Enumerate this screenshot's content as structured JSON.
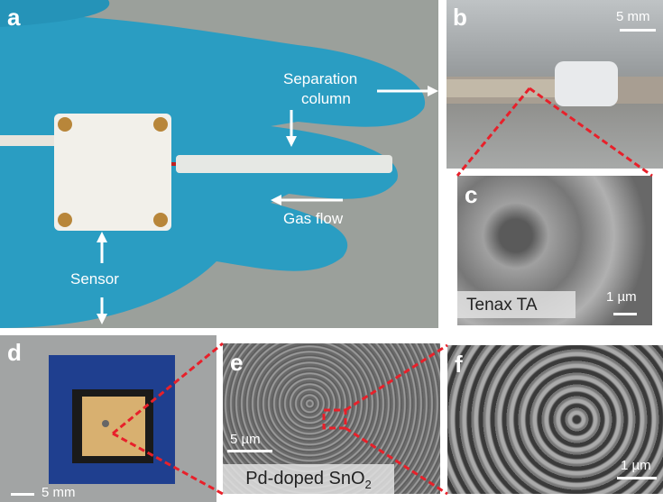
{
  "panels": {
    "a": {
      "label": "a",
      "separation_column": "Separation\ncolumn",
      "separation_line1": "Separation",
      "separation_line2": "column",
      "gas_flow": "Gas flow",
      "sensor": "Sensor"
    },
    "b": {
      "label": "b",
      "scale": "5 mm"
    },
    "c": {
      "label": "c",
      "scale": "1 µm",
      "material": "Tenax TA"
    },
    "d": {
      "label": "d",
      "scale": "5 mm"
    },
    "e": {
      "label": "e",
      "scale": "5 µm",
      "material": "Pd-doped SnO",
      "material_sub": "2"
    },
    "f": {
      "label": "f",
      "scale": "1 µm"
    }
  },
  "colors": {
    "glove": "#2a9dc2",
    "background": "#9a9f9a",
    "dash": "#e8202a",
    "pcb": "#1f3f8f",
    "chip": "#d8b070"
  }
}
